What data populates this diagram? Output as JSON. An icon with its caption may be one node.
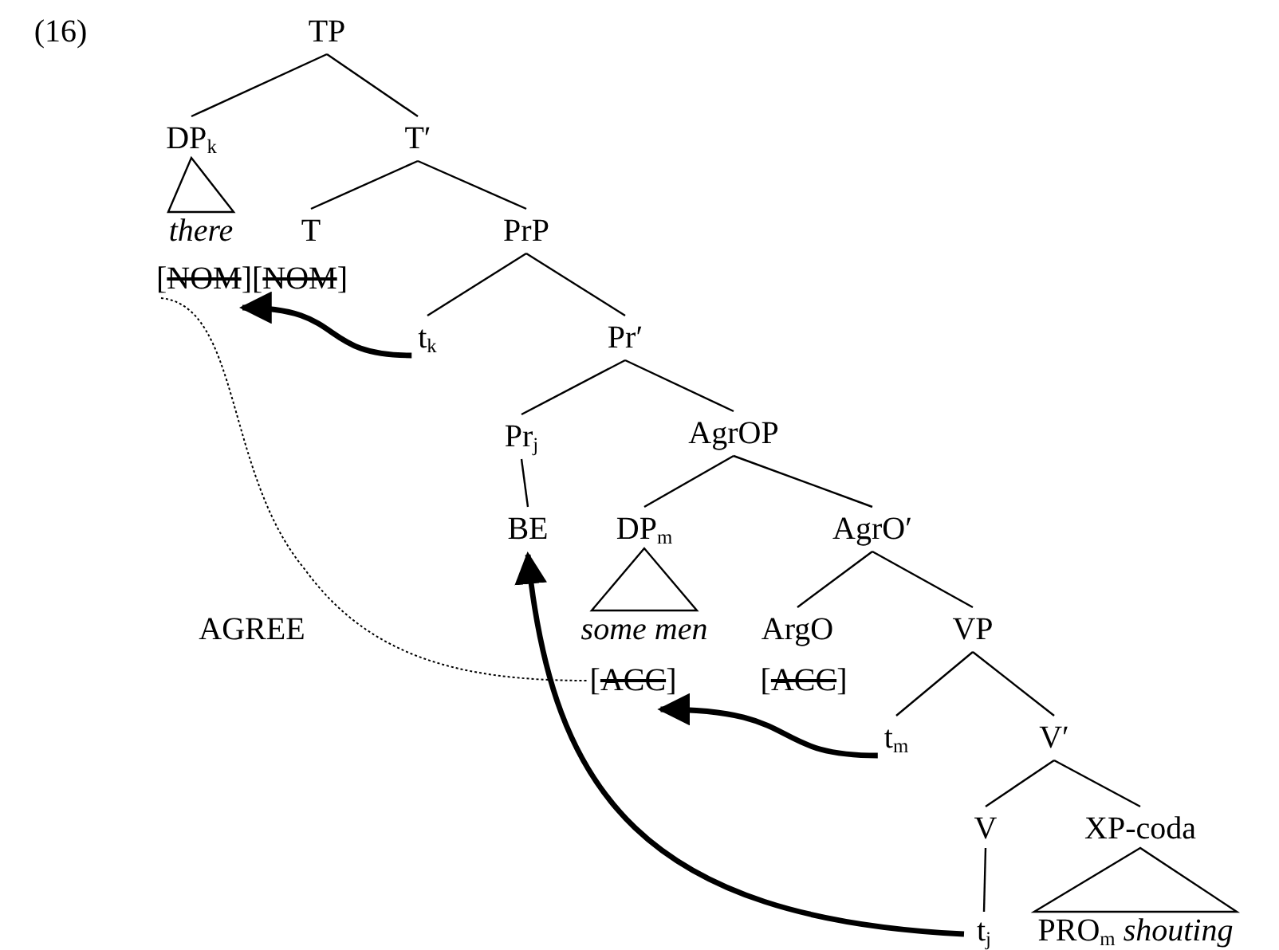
{
  "diagram": {
    "nodes": [
      {
        "text": [
          "TP"
        ]
      },
      {
        "text": [
          "DP$_{k}$"
        ]
      },
      {
        "text": [
          "T′"
        ]
      },
      {
        "text": [
          "there"
        ]
      },
      {
        "text": [
          "[NOM]"
        ]
      },
      {
        "text": [
          "T"
        ]
      },
      {
        "text": [
          "PrP"
        ]
      },
      {
        "text": [
          "t$_{k}$"
        ]
      },
      {
        "text": [
          "Pr′"
        ]
      },
      {
        "text": [
          "Pr$_{j}$"
        ]
      },
      {
        "text": [
          "AgrOP"
        ]
      },
      {
        "text": [
          "BE"
        ]
      },
      {
        "text": [
          "DP$_{m}$"
        ]
      },
      {
        "text": [
          "AgrO′"
        ]
      },
      {
        "text": [
          "some men"
        ]
      },
      {
        "text": [
          "[ACC]"
        ]
      },
      {
        "text": [
          "ArgO"
        ]
      },
      {
        "text": [
          "VP"
        ]
      },
      {
        "text": [
          "t$_{m}$"
        ]
      },
      {
        "text": [
          "V′"
        ]
      },
      {
        "text": [
          "V"
        ]
      },
      {
        "text": [
          "XP-coda"
        ]
      },
      {
        "text": [
          "t$_{j}$"
        ]
      },
      {
        "text": [
          "PRO$_{m}$ *shouting*"
        ]
      }
    ],
    "edges": [
      {
        "from": 0,
        "to": 1,
        "arrow": "none"
      },
      {
        "from": 0,
        "to": 2,
        "arrow": "none"
      },
      {
        "from": 1,
        "to": 3,
        "arrow": "none"
      },
      {
        "from": 2,
        "to": 5,
        "arrow": "none"
      },
      {
        "from": 2,
        "to": 6,
        "arrow": "none"
      },
      {
        "from": 6,
        "to": 7,
        "arrow": "none"
      },
      {
        "from": 6,
        "to": 8,
        "arrow": "none"
      },
      {
        "from": 8,
        "to": 9,
        "arrow": "none"
      },
      {
        "from": 8,
        "to": 10,
        "arrow": "none"
      },
      {
        "from": 9,
        "to": 11,
        "arrow": "none"
      },
      {
        "from": 10,
        "to": 12,
        "arrow": "none"
      },
      {
        "from": 10,
        "to": 13,
        "arrow": "none"
      },
      {
        "from": 12,
        "to": 14,
        "arrow": "none"
      },
      {
        "from": 13,
        "to": 16,
        "arrow": "none"
      },
      {
        "from": 13,
        "to": 17,
        "arrow": "none"
      },
      {
        "from": 17,
        "to": 18,
        "arrow": "none"
      },
      {
        "from": 17,
        "to": 19,
        "arrow": "none"
      },
      {
        "from": 19,
        "to": 20,
        "arrow": "none"
      },
      {
        "from": 19,
        "to": 21,
        "arrow": "none"
      },
      {
        "from": 20,
        "to": 22,
        "arrow": "none"
      },
      {
        "from": 21,
        "to": 23,
        "arrow": "none"
      },
      {
        "from": 7,
        "to": 4,
        "arrow": "to",
        "style": "thick"
      },
      {
        "from": 18,
        "to": 15,
        "arrow": "to",
        "style": "thick"
      },
      {
        "from": 22,
        "to": 11,
        "arrow": "to",
        "style": "thick"
      },
      {
        "from": 4,
        "to": 15,
        "arrow": "none",
        "style": "dashed"
      }
    ],
    "labels": [
      "(16)",
      "[NOM]",
      "[ACC]",
      "AGREE"
    ]
  }
}
